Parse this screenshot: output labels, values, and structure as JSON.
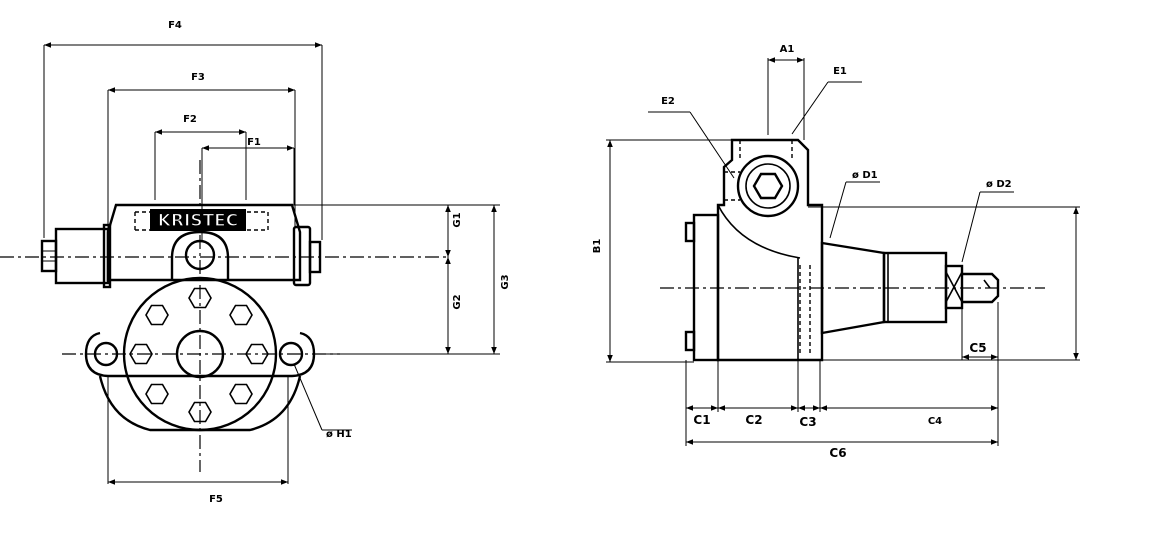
{
  "brand": "KRISTEC",
  "front_view": {
    "labels": {
      "f1": "F1",
      "f2": "F2",
      "f3": "F3",
      "f4": "F4",
      "f5": "F5",
      "g1": "G1",
      "g2": "G2",
      "g3": "G3",
      "h1": "ø H1"
    }
  },
  "side_view": {
    "labels": {
      "a1": "A1",
      "b1": "B1",
      "c1": "C1",
      "c2": "C2",
      "c3": "C3",
      "c4": "C4",
      "c5": "C5",
      "c6": "C6",
      "d1": "ø D1",
      "d2": "ø D2",
      "e1": "E1",
      "e2": "E2"
    }
  }
}
